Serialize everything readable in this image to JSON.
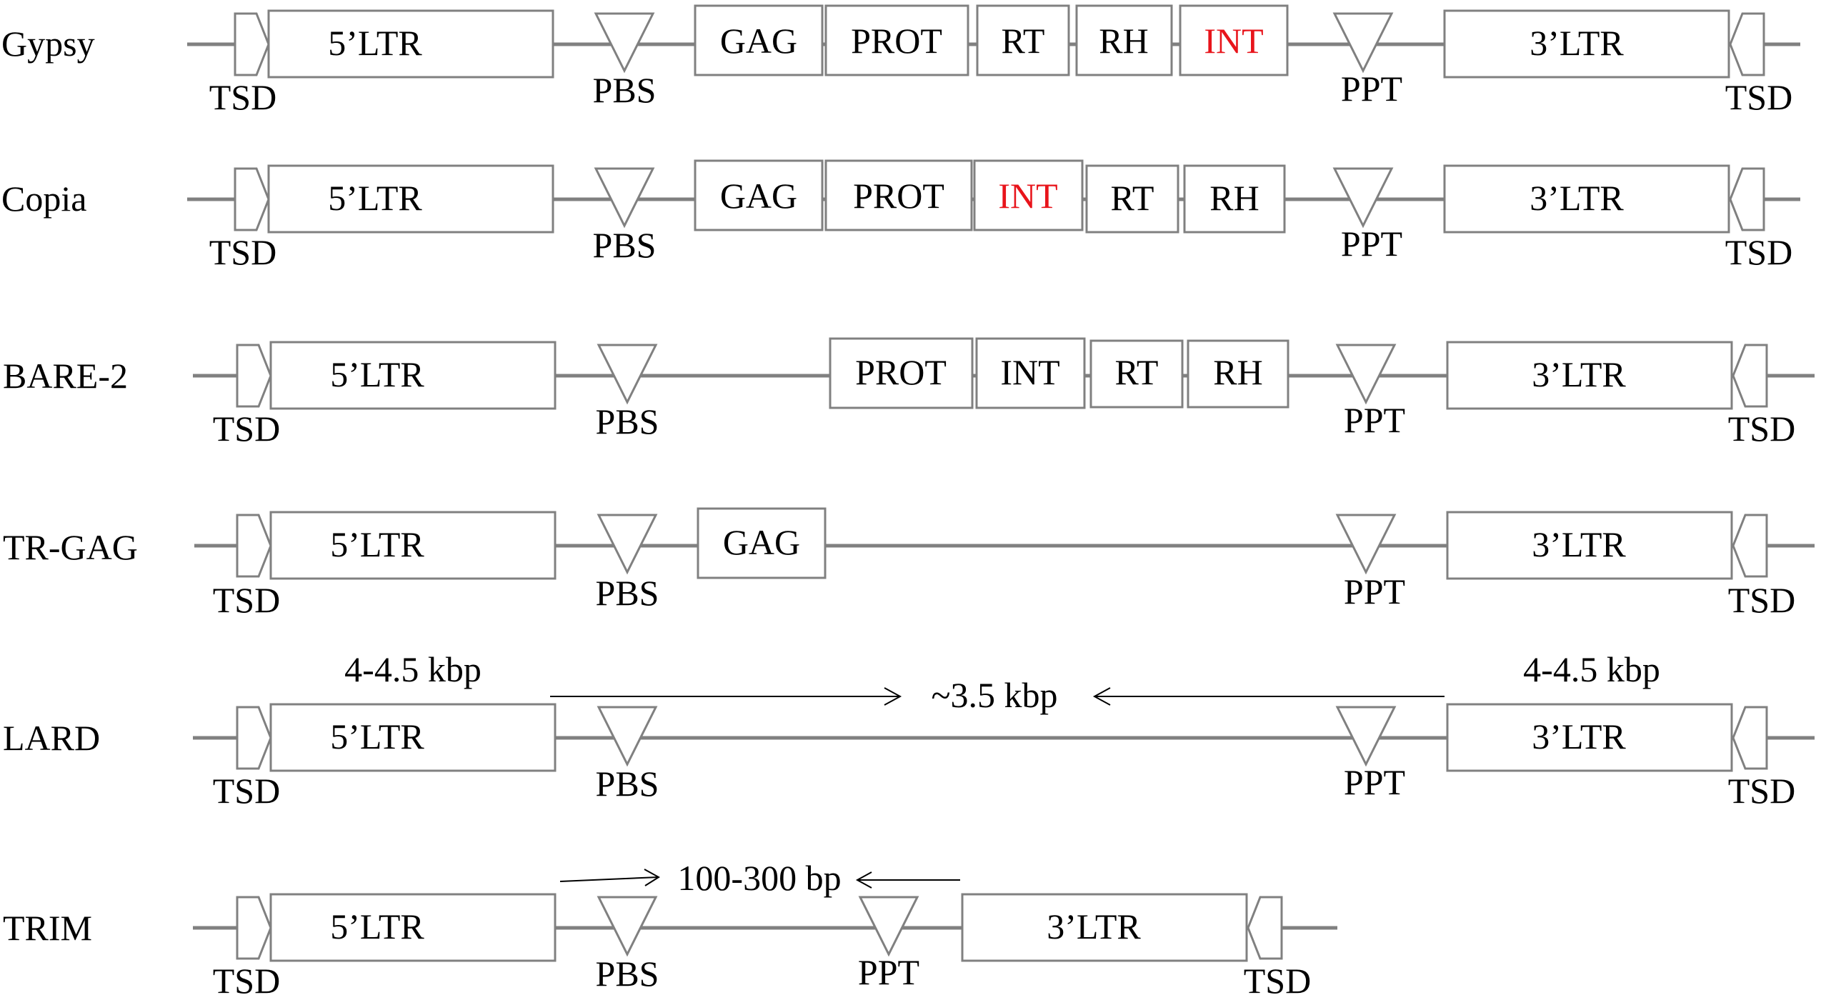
{
  "colors": {
    "line": "#808080",
    "text": "#000000",
    "highlight": "#e8141b"
  },
  "rows": [
    {
      "name": "Gypsy",
      "domains": [
        {
          "label": "GAG",
          "highlight": false
        },
        {
          "label": "PROT",
          "highlight": false
        },
        {
          "label": "RT",
          "highlight": false
        },
        {
          "label": "RH",
          "highlight": false
        },
        {
          "label": "INT",
          "highlight": true
        }
      ]
    },
    {
      "name": "Copia",
      "domains": [
        {
          "label": "GAG",
          "highlight": false
        },
        {
          "label": "PROT",
          "highlight": false
        },
        {
          "label": "INT",
          "highlight": true
        },
        {
          "label": "RT",
          "highlight": false
        },
        {
          "label": "RH",
          "highlight": false
        }
      ]
    },
    {
      "name": "BARE-2",
      "domains": [
        {
          "label": "PROT",
          "highlight": false
        },
        {
          "label": "INT",
          "highlight": false
        },
        {
          "label": "RT",
          "highlight": false
        },
        {
          "label": "RH",
          "highlight": false
        }
      ]
    },
    {
      "name": "TR-GAG",
      "domains": [
        {
          "label": "GAG",
          "highlight": false
        }
      ]
    },
    {
      "name": "LARD",
      "domains": [],
      "ltr_size": "4-4.5 kbp",
      "internal_size": "~3.5 kbp"
    },
    {
      "name": "TRIM",
      "domains": [],
      "internal_size": "100-300 bp"
    }
  ],
  "features": {
    "ltr5": "5’LTR",
    "ltr3": "3’LTR",
    "tsd": "TSD",
    "pbs": "PBS",
    "ppt": "PPT"
  }
}
